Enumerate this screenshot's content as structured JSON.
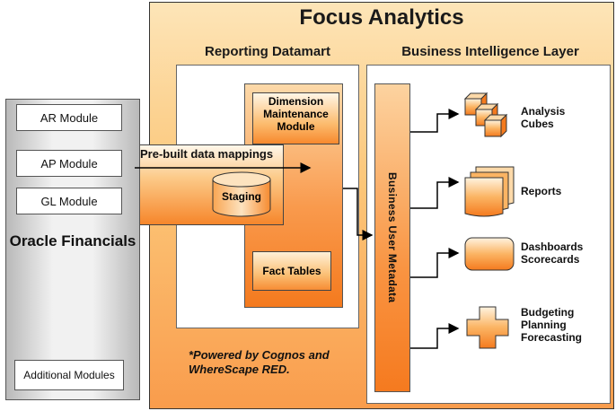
{
  "title": "Focus Analytics",
  "reporting_datamart": {
    "title": "Reporting Datamart",
    "dimension_box": "Dimension Maintenance Module",
    "staging": "Staging",
    "fact_tables": "Fact Tables",
    "mappings_label": "Pre-built data mappings"
  },
  "bi_layer": {
    "title": "Business Intelligence Layer",
    "metadata_label": "Business User Metadata",
    "outputs": [
      {
        "label": "Analysis Cubes",
        "icon": "cubes-icon"
      },
      {
        "label": "Reports",
        "icon": "reports-icon"
      },
      {
        "label": "Dashboards Scorecards",
        "icon": "dashboard-icon"
      },
      {
        "label": "Budgeting Planning Forecasting",
        "icon": "budget-cross-icon"
      }
    ]
  },
  "oracle": {
    "label": "Oracle Financials",
    "modules": [
      "AR Module",
      "AP Module",
      "GL Module",
      "Additional Modules"
    ]
  },
  "powered_by": "*Powered by Cognos and WhereScape RED.",
  "colors": {
    "orange": "#f7892e",
    "light_orange": "#fde5b8",
    "gray": "#b9b9b9"
  }
}
